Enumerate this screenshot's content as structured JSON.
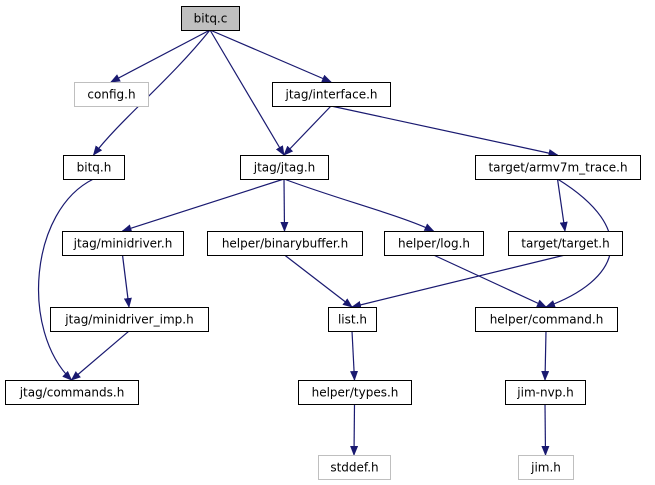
{
  "colors": {
    "edge": "#191970",
    "node_border": "#000000",
    "node_border_missing": "#bfbfbf",
    "node_fill": "#ffffff",
    "root_fill": "#bfbfbf"
  },
  "nodes": [
    {
      "id": "bitq_c",
      "label": "bitq.c",
      "kind": "root"
    },
    {
      "id": "config_h",
      "label": "config.h",
      "kind": "missing"
    },
    {
      "id": "jtag_interface_h",
      "label": "jtag/interface.h",
      "kind": "normal"
    },
    {
      "id": "bitq_h",
      "label": "bitq.h",
      "kind": "normal"
    },
    {
      "id": "jtag_jtag_h",
      "label": "jtag/jtag.h",
      "kind": "normal"
    },
    {
      "id": "target_armv7m_trace_h",
      "label": "target/armv7m_trace.h",
      "kind": "normal"
    },
    {
      "id": "jtag_minidriver_h",
      "label": "jtag/minidriver.h",
      "kind": "normal"
    },
    {
      "id": "helper_binarybuffer_h",
      "label": "helper/binarybuffer.h",
      "kind": "normal"
    },
    {
      "id": "helper_log_h",
      "label": "helper/log.h",
      "kind": "normal"
    },
    {
      "id": "target_target_h",
      "label": "target/target.h",
      "kind": "normal"
    },
    {
      "id": "jtag_minidriver_imp_h",
      "label": "jtag/minidriver_imp.h",
      "kind": "normal"
    },
    {
      "id": "list_h",
      "label": "list.h",
      "kind": "normal"
    },
    {
      "id": "helper_command_h",
      "label": "helper/command.h",
      "kind": "normal"
    },
    {
      "id": "jtag_commands_h",
      "label": "jtag/commands.h",
      "kind": "normal"
    },
    {
      "id": "helper_types_h",
      "label": "helper/types.h",
      "kind": "normal"
    },
    {
      "id": "jim_nvp_h",
      "label": "jim-nvp.h",
      "kind": "normal"
    },
    {
      "id": "stddef_h",
      "label": "stddef.h",
      "kind": "missing"
    },
    {
      "id": "jim_h",
      "label": "jim.h",
      "kind": "missing"
    }
  ],
  "edges": [
    {
      "from": "bitq_c",
      "to": "config_h"
    },
    {
      "from": "bitq_c",
      "to": "jtag_interface_h"
    },
    {
      "from": "bitq_c",
      "to": "bitq_h"
    },
    {
      "from": "bitq_c",
      "to": "jtag_jtag_h"
    },
    {
      "from": "jtag_interface_h",
      "to": "jtag_jtag_h"
    },
    {
      "from": "jtag_interface_h",
      "to": "target_armv7m_trace_h"
    },
    {
      "from": "bitq_h",
      "to": "jtag_commands_h"
    },
    {
      "from": "jtag_jtag_h",
      "to": "jtag_minidriver_h"
    },
    {
      "from": "jtag_jtag_h",
      "to": "helper_binarybuffer_h"
    },
    {
      "from": "jtag_jtag_h",
      "to": "helper_log_h"
    },
    {
      "from": "target_armv7m_trace_h",
      "to": "target_target_h"
    },
    {
      "from": "target_armv7m_trace_h",
      "to": "helper_command_h"
    },
    {
      "from": "jtag_minidriver_h",
      "to": "jtag_minidriver_imp_h"
    },
    {
      "from": "helper_binarybuffer_h",
      "to": "list_h"
    },
    {
      "from": "helper_log_h",
      "to": "helper_command_h"
    },
    {
      "from": "target_target_h",
      "to": "list_h"
    },
    {
      "from": "jtag_minidriver_imp_h",
      "to": "jtag_commands_h"
    },
    {
      "from": "list_h",
      "to": "helper_types_h"
    },
    {
      "from": "helper_command_h",
      "to": "jim_nvp_h"
    },
    {
      "from": "helper_types_h",
      "to": "stddef_h"
    },
    {
      "from": "jim_nvp_h",
      "to": "jim_h"
    }
  ]
}
